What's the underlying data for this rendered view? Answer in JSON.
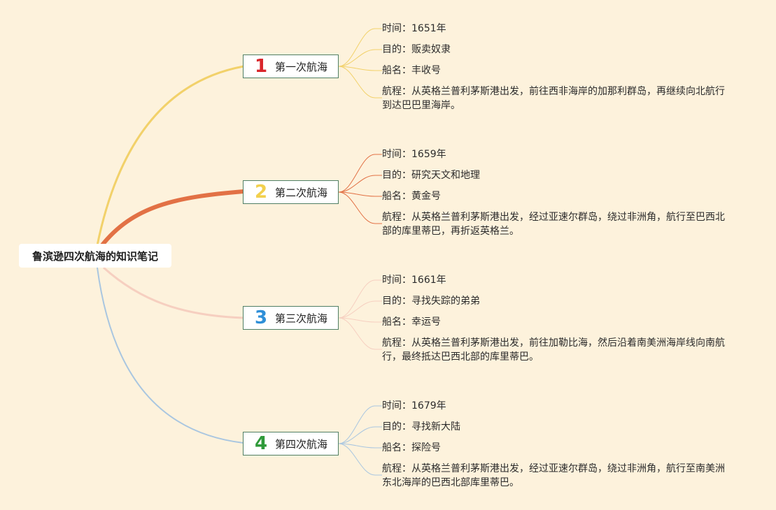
{
  "colors": {
    "background": "#fdf2dc",
    "node_border": "#4f7f64",
    "branch_1": "#f2d16a",
    "branch_2": "#e27145",
    "branch_3": "#f6cfc0",
    "branch_4": "#a9c6e0",
    "badge_1": "#d9262b",
    "badge_2": "#f2d04e",
    "badge_3": "#2f8fd8",
    "badge_4": "#2f9a3a"
  },
  "mindmap": {
    "root": "鲁滨逊四次航海的知识笔记",
    "branches": [
      {
        "badge": "1",
        "label": "第一次航海",
        "details": [
          {
            "key": "时间",
            "value": "1651年"
          },
          {
            "key": "目的",
            "value": "贩卖奴隶"
          },
          {
            "key": "船名",
            "value": "丰收号"
          },
          {
            "key": "航程",
            "value": "从英格兰普利茅斯港出发，前往西非海岸的加那利群岛，再继续向北航行到达巴巴里海岸。"
          }
        ]
      },
      {
        "badge": "2",
        "label": "第二次航海",
        "details": [
          {
            "key": "时间",
            "value": "1659年"
          },
          {
            "key": "目的",
            "value": "研究天文和地理"
          },
          {
            "key": "船名",
            "value": "黄金号"
          },
          {
            "key": "航程",
            "value": "从英格兰普利茅斯港出发，经过亚速尔群岛，绕过非洲角，航行至巴西北部的库里蒂巴，再折返英格兰。"
          }
        ]
      },
      {
        "badge": "3",
        "label": "第三次航海",
        "details": [
          {
            "key": "时间",
            "value": "1661年"
          },
          {
            "key": "目的",
            "value": "寻找失踪的弟弟"
          },
          {
            "key": "船名",
            "value": "幸运号"
          },
          {
            "key": "航程",
            "value": "从英格兰普利茅斯港出发，前往加勒比海，然后沿着南美洲海岸线向南航行，最终抵达巴西北部的库里蒂巴。"
          }
        ]
      },
      {
        "badge": "4",
        "label": "第四次航海",
        "details": [
          {
            "key": "时间",
            "value": "1679年"
          },
          {
            "key": "目的",
            "value": "寻找新大陆"
          },
          {
            "key": "船名",
            "value": "探险号"
          },
          {
            "key": "航程",
            "value": "从英格兰普利茅斯港出发，经过亚速尔群岛，绕过非洲角，航行至南美洲东北海岸的巴西北部库里蒂巴。"
          }
        ]
      }
    ]
  }
}
